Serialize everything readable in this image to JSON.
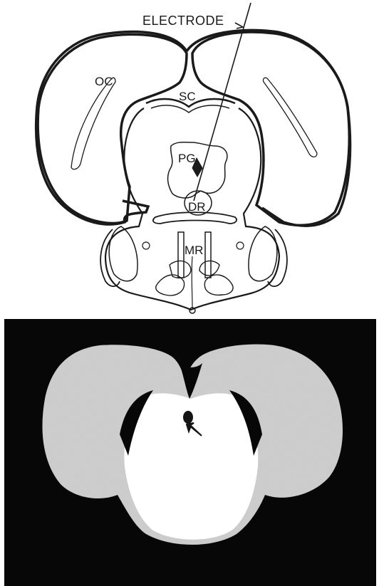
{
  "diagram": {
    "labels": {
      "electrode": "ELECTRODE",
      "oc": "OC",
      "sc": "SC",
      "pg": "PG",
      "dr": "DR",
      "mr": "MR"
    }
  }
}
